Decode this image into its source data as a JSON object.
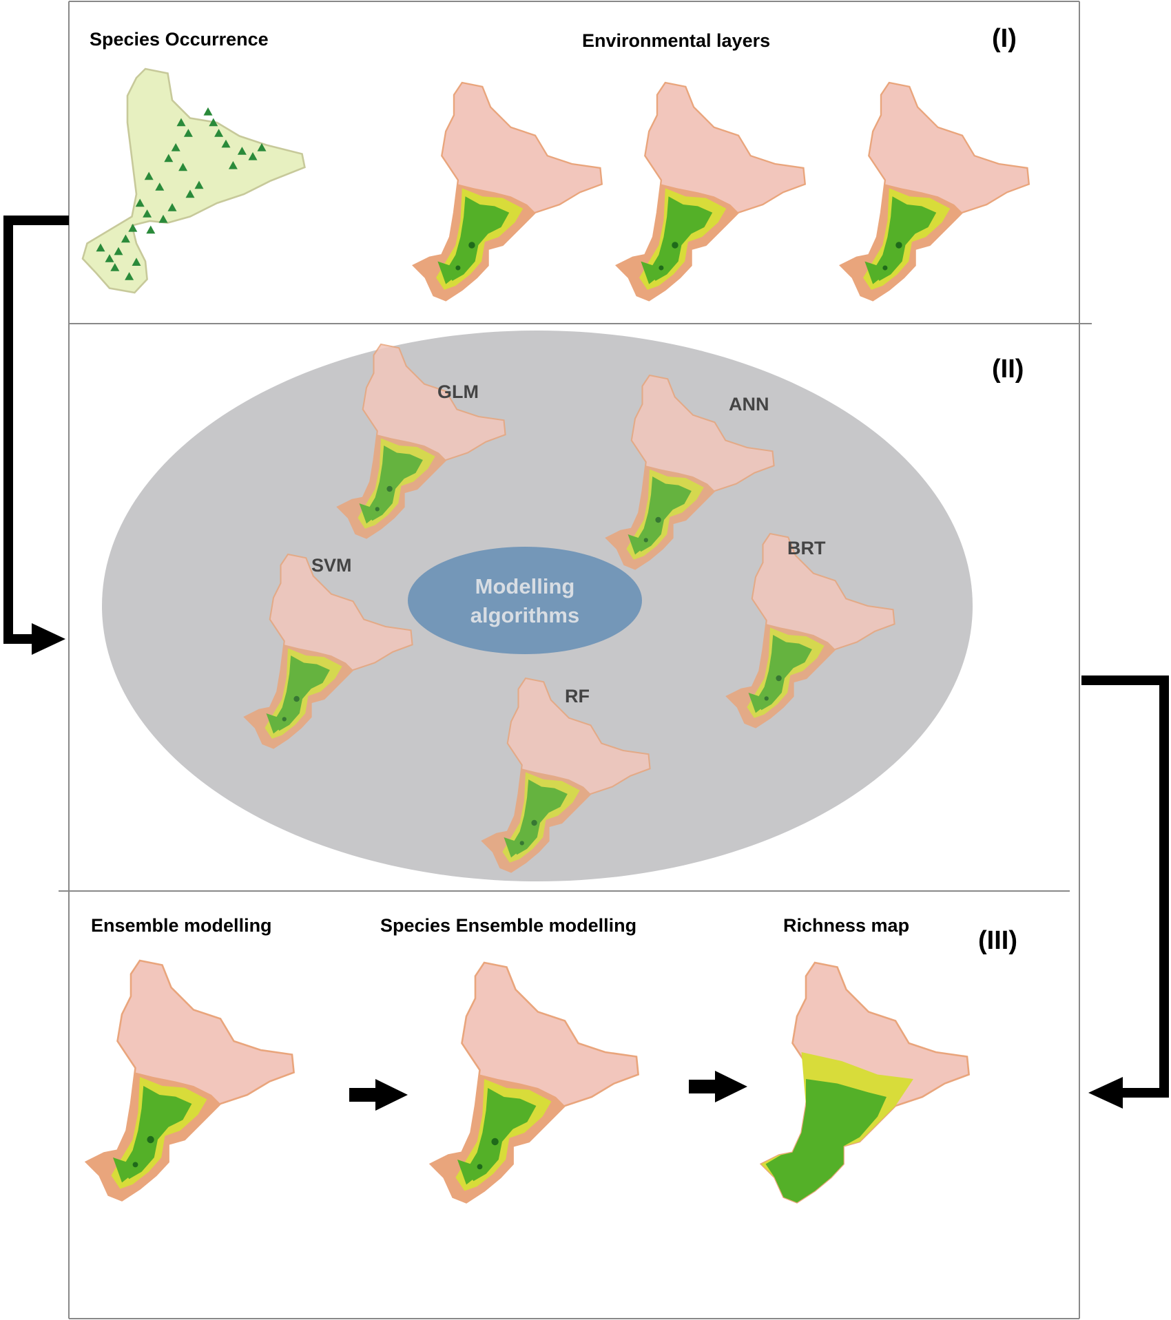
{
  "panel1": {
    "marker": "(I)",
    "occurrence_title": "Species Occurrence",
    "env_title": "Environmental layers"
  },
  "panel2": {
    "marker": "(II)",
    "center_label_line1": "Modelling",
    "center_label_line2": "algorithms",
    "algorithms": [
      "GLM",
      "ANN",
      "SVM",
      "BRT",
      "RF"
    ]
  },
  "panel3": {
    "marker": "(III)",
    "steps": [
      "Ensemble modelling",
      "Species Ensemble modelling",
      "Richness map"
    ]
  },
  "colors": {
    "border": "#888888",
    "ellipse": "#c7c7c9",
    "center_ellipse": "#7497b8",
    "center_text": "#d8dde3",
    "map_pink": "#f2c6bc",
    "map_orange": "#e9a57c",
    "map_yellow": "#d8dc3a",
    "map_green": "#54b028",
    "occ_fill": "#e7f0c0",
    "occ_dot": "#2a8a3a",
    "arrow": "#000000"
  }
}
